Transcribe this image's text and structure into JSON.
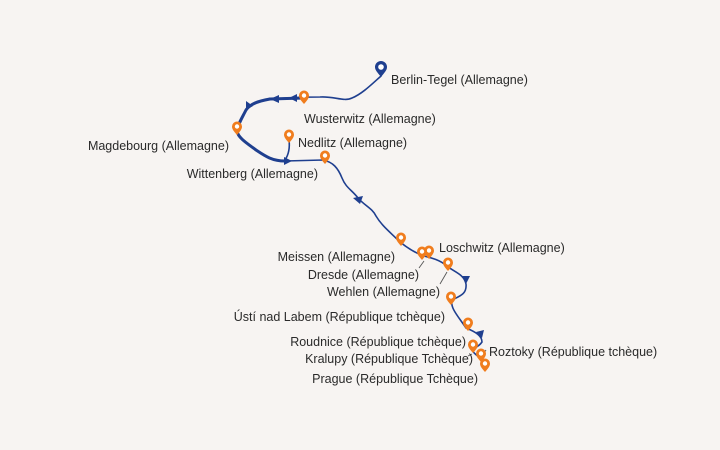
{
  "map": {
    "route_color": "#1f3f8f",
    "marker_color": "#f07d1e",
    "start_marker_color": "#1f3f8f",
    "background": "#f7f4f2",
    "stops": [
      {
        "id": "berlin",
        "label": "Berlin-Tegel (Allemagne)",
        "kind": "start"
      },
      {
        "id": "wusterwitz",
        "label": "Wusterwitz (Allemagne)",
        "kind": "stop"
      },
      {
        "id": "magdebourg",
        "label": "Magdebourg (Allemagne)",
        "kind": "stop"
      },
      {
        "id": "nedlitz",
        "label": "Nedlitz (Allemagne)",
        "kind": "stop"
      },
      {
        "id": "wittenberg",
        "label": "Wittenberg (Allemagne)",
        "kind": "stop"
      },
      {
        "id": "meissen",
        "label": "Meissen (Allemagne)",
        "kind": "stop"
      },
      {
        "id": "loschwitz",
        "label": "Loschwitz (Allemagne)",
        "kind": "stop"
      },
      {
        "id": "dresde",
        "label": "Dresde (Allemagne)",
        "kind": "stop"
      },
      {
        "id": "wehlen",
        "label": "Wehlen (Allemagne)",
        "kind": "stop"
      },
      {
        "id": "usti",
        "label": "Ústí nad Labem (République tchèque)",
        "kind": "stop"
      },
      {
        "id": "roztoky",
        "label": "Roztoky (République tchèque)",
        "kind": "stop"
      },
      {
        "id": "roudnice",
        "label": "Roudnice (République tchèque)",
        "kind": "stop"
      },
      {
        "id": "kralupy",
        "label": "Kralupy (République Tchèque)",
        "kind": "stop"
      },
      {
        "id": "prague",
        "label": "Prague (République Tchèque)",
        "kind": "stop"
      }
    ]
  }
}
